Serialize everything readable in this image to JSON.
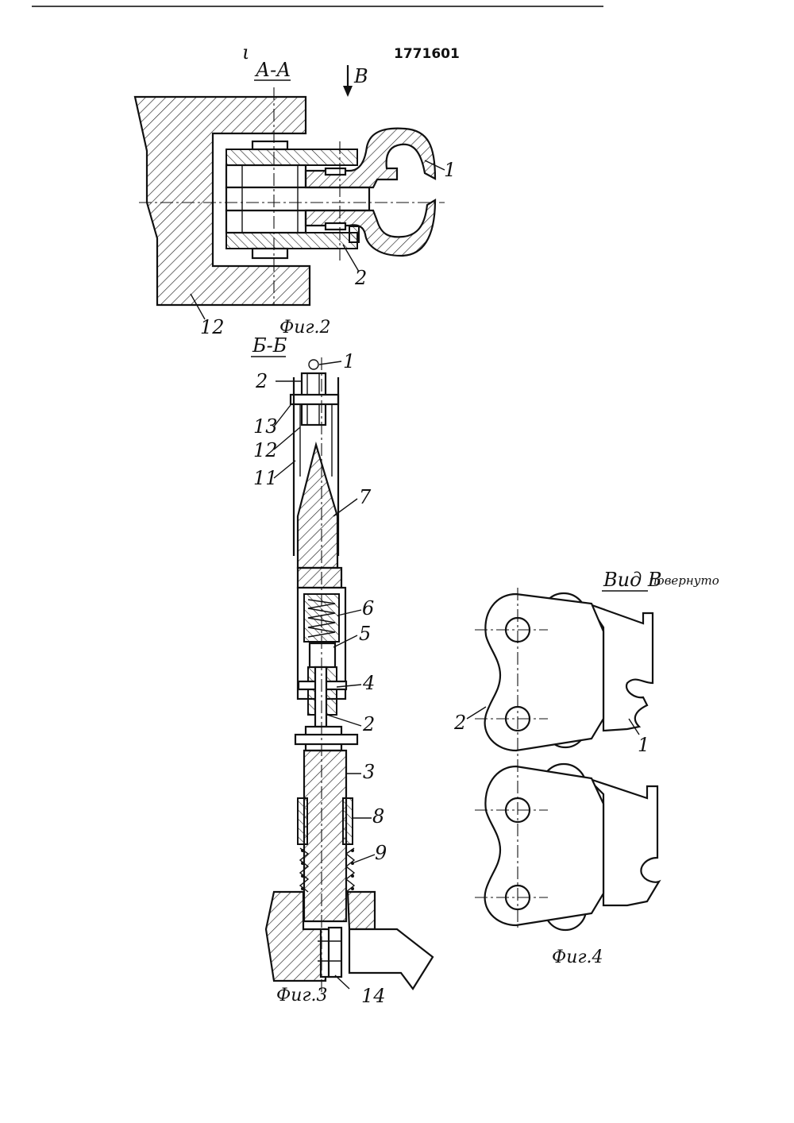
{
  "document": {
    "patent_number": "1771601",
    "top_mark": "ι"
  },
  "fig2": {
    "section_label": "А-А",
    "view_arrow_label": "В",
    "caption": "Фиг.2",
    "callouts": [
      "1",
      "2",
      "12"
    ]
  },
  "fig3": {
    "section_label": "Б-Б",
    "caption": "Фиг.3",
    "callouts": [
      "1",
      "2",
      "13",
      "12",
      "11",
      "7",
      "6",
      "5",
      "4",
      "2",
      "3",
      "8",
      "9",
      "14"
    ]
  },
  "fig4": {
    "view_title": "Вид В",
    "view_title_suffix": "повернуто",
    "caption": "Фиг.4",
    "callouts": [
      "2",
      "1"
    ]
  }
}
